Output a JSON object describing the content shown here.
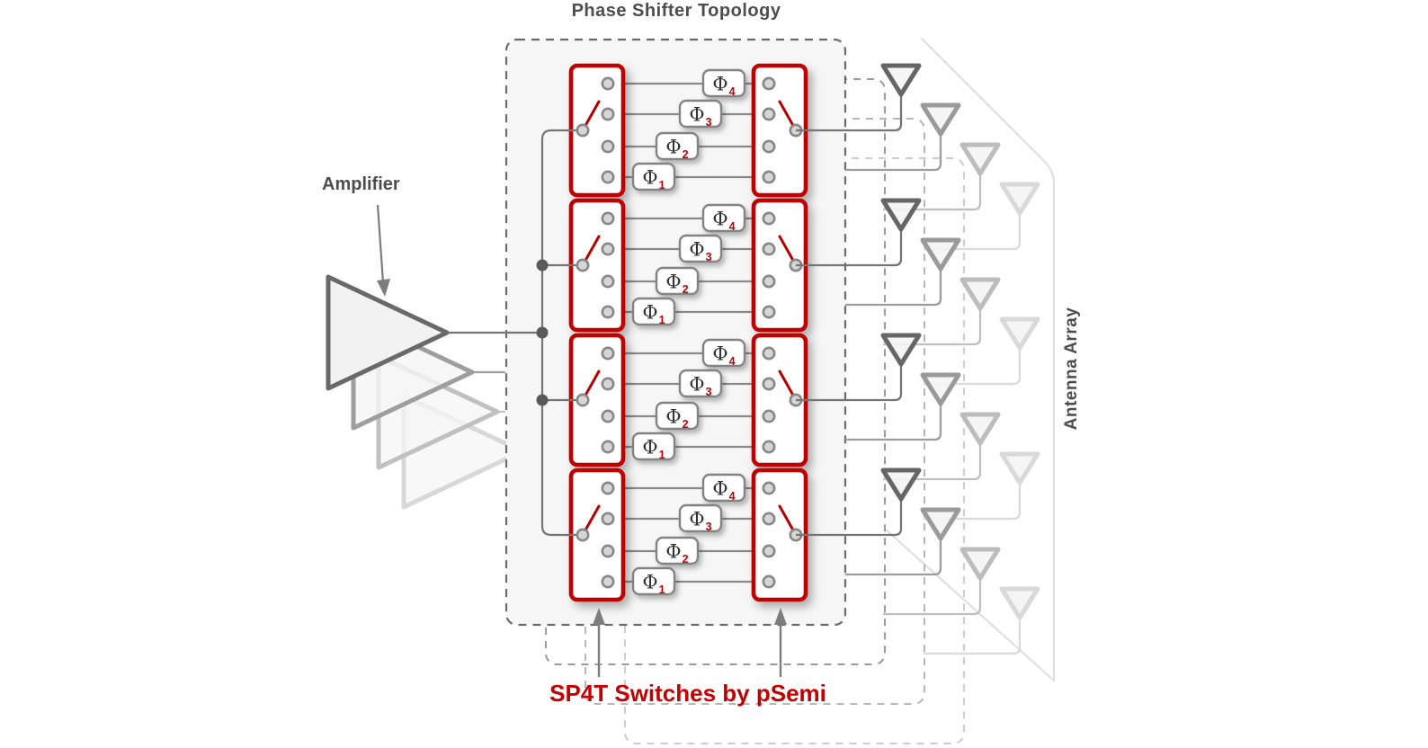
{
  "title": "Phase Shifter Topology",
  "labels": {
    "amplifier": "Amplifier",
    "antenna_array": "Antenna Array",
    "sp4t_caption": "SP4T Switches by pSemi"
  },
  "phase_shifter": {
    "symbol": "Φ",
    "subscripts_top_to_bottom": [
      "4",
      "3",
      "2",
      "1"
    ]
  },
  "structure": {
    "switch_groups": 4,
    "phase_paths_per_switch": 4,
    "amplifier_layers": 4,
    "antenna_layers": 4,
    "antennas_per_layer": 4
  },
  "colors": {
    "switch_outline_red": "#c00000",
    "lever_red": "#b50000",
    "caption_red": "#c30000",
    "heading_gray": "#4d4d4d",
    "wire_gray": "#8a8a8a",
    "bus_gray": "#757575",
    "main_dash_gray": "#6b6b6b",
    "ghost_dash_grays": [
      "#9a9a9a",
      "#b7b7b7",
      "#cdcdcd"
    ],
    "antenna_strokes": [
      "#666666",
      "#9a9a9a",
      "#bcbcbc",
      "#d9d9d9"
    ],
    "antenna_lines": [
      "#757575",
      "#9d9d9d",
      "#bfbfbf",
      "#dadada"
    ],
    "phase_symbol_ink": "#333333"
  }
}
